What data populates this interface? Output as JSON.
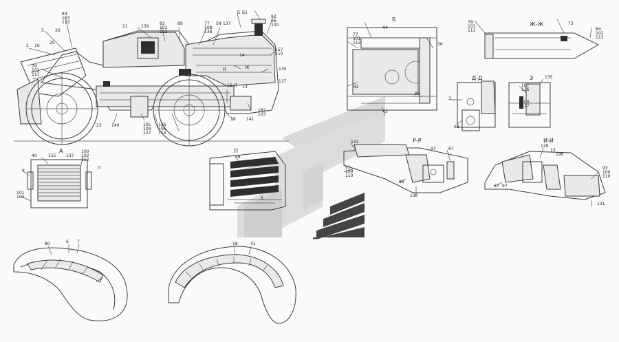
{
  "sheet": {
    "watermark_colors": {
      "light": "#d6d6d6",
      "dark": "#444444"
    }
  },
  "views": {
    "main": {
      "labels": [
        "84",
        "103",
        "113",
        "5",
        "26",
        "25",
        "2",
        "16",
        "21",
        "139",
        "83",
        "101",
        "112",
        "89",
        "77",
        "58",
        "137",
        "108",
        "138",
        "Б",
        "Б1",
        "92",
        "96",
        "100",
        "157",
        "110",
        "14",
        "Ж",
        "135",
        "137",
        "Д",
        "15",
        "Л",
        "13",
        "79",
        "102",
        "111",
        "23",
        "140",
        "19",
        "141",
        "182",
        "103",
        "105",
        "109",
        "127",
        "126",
        "106",
        "114"
      ],
      "section_marks": [
        "Б",
        "Ж",
        "Д",
        "Л"
      ]
    },
    "view_b": {
      "title": "Б",
      "labels": [
        "44",
        "77",
        "101",
        "113",
        "36",
        "42",
        "92",
        "43"
      ]
    },
    "view_zh": {
      "title": "Ж-Ж",
      "labels": [
        "78",
        "101",
        "111",
        "73",
        "84",
        "102",
        "113"
      ]
    },
    "view_d": {
      "title": "Д-Д",
      "labels": [
        "63",
        "З"
      ]
    },
    "view_z": {
      "title": "З",
      "labels": [
        "135",
        "107",
        "136",
        "100",
        "127"
      ]
    },
    "view_a": {
      "title": "А",
      "labels": [
        "40",
        "155",
        "137",
        "100",
        "102",
        "112",
        "8",
        "101",
        "102",
        "П"
      ]
    },
    "view_p": {
      "title": "П",
      "labels": [
        "38",
        "Л"
      ]
    },
    "view_rr": {
      "title": "Р-Р",
      "labels": [
        "131",
        "97",
        "67",
        "91",
        "100",
        "110",
        "96",
        "130"
      ]
    },
    "view_ii": {
      "title": "И-И",
      "labels": [
        "129",
        "13",
        "196",
        "93",
        "100",
        "110",
        "67",
        "97",
        "131"
      ]
    },
    "fender_left": {
      "labels": [
        "80",
        "6",
        "7"
      ]
    },
    "fender_right": {
      "labels": [
        "18",
        "41"
      ]
    }
  }
}
